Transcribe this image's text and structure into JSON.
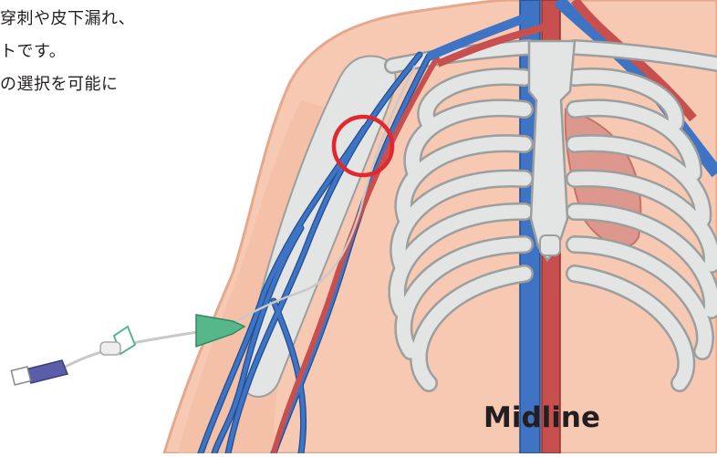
{
  "text": {
    "line1": "穿刺や皮下漏れ、",
    "line2": "トです。",
    "line3": "の選択を可能に"
  },
  "label": "Midline",
  "colors": {
    "skin": "#f7c9b3",
    "skin_outline": "#e6a88c",
    "bone": "#e3e4e4",
    "bone_outline": "#9d9e9e",
    "vein": "#3f74c4",
    "artery": "#c7504f",
    "marker": "#e2272f",
    "catheter_hub": "#56b88a",
    "connector": "#5a5ea8"
  }
}
